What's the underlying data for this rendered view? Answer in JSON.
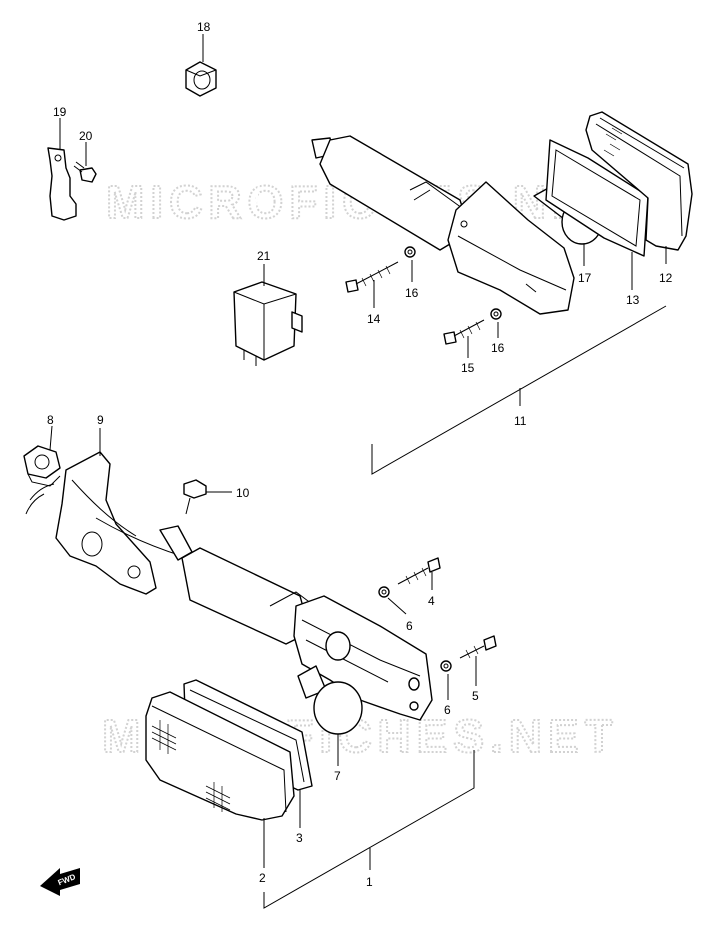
{
  "watermark": {
    "text": "MICROFICHES.NET"
  },
  "fwd_label": "FWD",
  "labels": {
    "p1": "1",
    "p2": "2",
    "p3": "3",
    "p4": "4",
    "p5": "5",
    "p6a": "6",
    "p6b": "6",
    "p7": "7",
    "p8": "8",
    "p9": "9",
    "p10": "10",
    "p11": "11",
    "p12": "12",
    "p13": "13",
    "p14": "14",
    "p15": "15",
    "p16a": "16",
    "p16b": "16",
    "p17": "17",
    "p18": "18",
    "p19": "19",
    "p20": "20",
    "p21": "21"
  }
}
